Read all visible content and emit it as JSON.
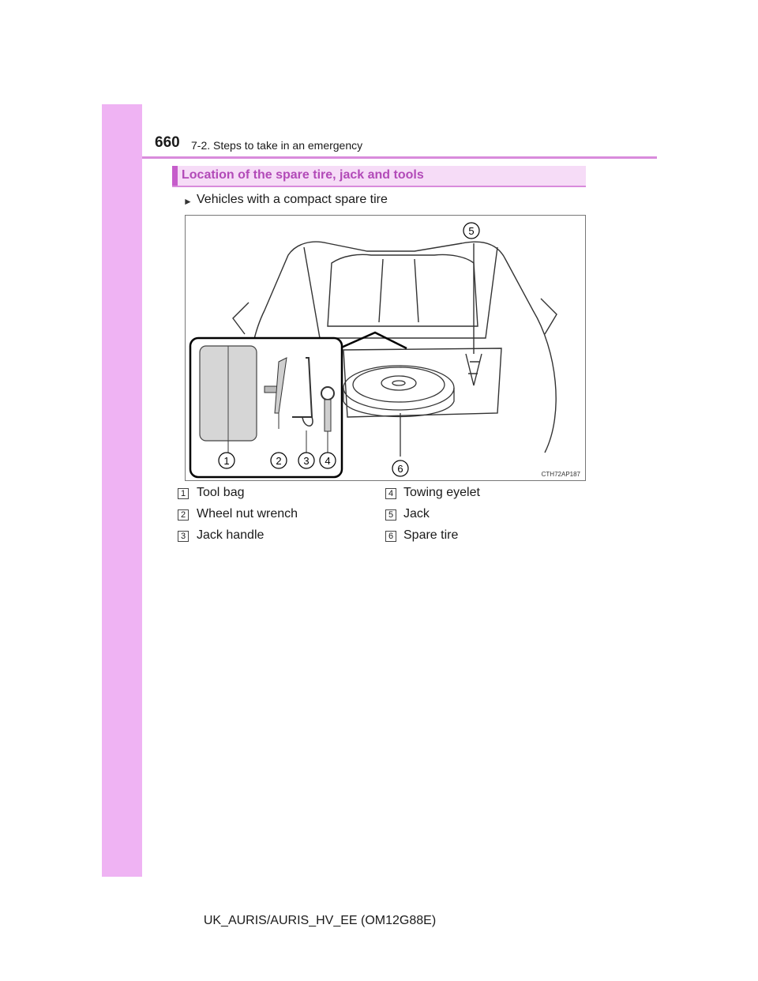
{
  "header": {
    "page_number": "660",
    "running_head": "7-2. Steps to take in an emergency"
  },
  "section": {
    "title": "Location of the spare tire, jack and tools"
  },
  "bullet": {
    "text": "Vehicles with a compact spare tire"
  },
  "figure": {
    "code": "CTH72AP187",
    "callouts": [
      "1",
      "2",
      "3",
      "4",
      "5",
      "6"
    ]
  },
  "legend": [
    {
      "num": "1",
      "label": "Tool bag"
    },
    {
      "num": "2",
      "label": "Wheel nut wrench"
    },
    {
      "num": "3",
      "label": "Jack handle"
    },
    {
      "num": "4",
      "label": "Towing eyelet"
    },
    {
      "num": "5",
      "label": "Jack"
    },
    {
      "num": "6",
      "label": "Spare tire"
    }
  ],
  "footer": {
    "text": "UK_AURIS/AURIS_HV_EE (OM12G88E)"
  },
  "colors": {
    "side_tab": "#efb3f3",
    "section_title": "#b24ab8",
    "accent_rule": "#d98bdc"
  }
}
